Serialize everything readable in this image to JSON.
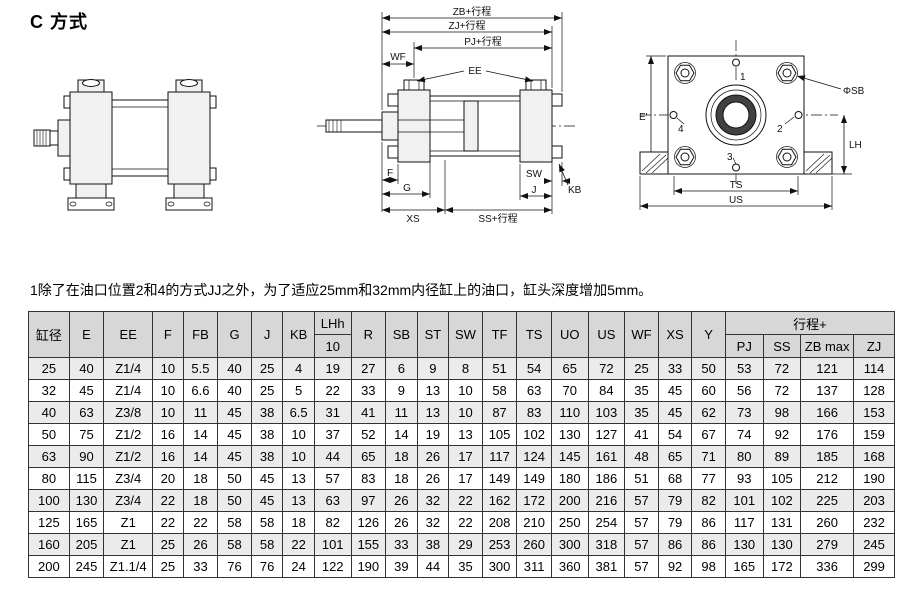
{
  "page": {
    "title": "C 方式",
    "note": "1除了在油口位置2和4的方式JJ之外，为了适应25mm和32mm内径缸上的油口，缸头深度增加5mm。"
  },
  "side_view": {
    "dim_zb": "ZB+行程",
    "dim_zj": "ZJ+行程",
    "dim_pj": "PJ+行程",
    "dim_wf": "WF",
    "dim_ee": "EE",
    "dim_f": "F",
    "dim_g": "G",
    "dim_sw": "SW",
    "dim_kb": "KB",
    "dim_j": "J",
    "dim_xs": "XS",
    "dim_ss": "SS+行程"
  },
  "end_view": {
    "port_1": "1",
    "port_2": "2",
    "port_3": "3",
    "port_4": "4",
    "dim_e": "E'",
    "dim_sb": "ΦSB",
    "dim_lh": "LH",
    "dim_ts": "TS",
    "dim_us": "US"
  },
  "table": {
    "header_groups": [
      {
        "label": "缸径",
        "rowspan": 2
      },
      {
        "label": "E",
        "rowspan": 2
      },
      {
        "label": "EE",
        "rowspan": 2
      },
      {
        "label": "F",
        "rowspan": 2
      },
      {
        "label": "FB",
        "rowspan": 2
      },
      {
        "label": "G",
        "rowspan": 2
      },
      {
        "label": "J",
        "rowspan": 2
      },
      {
        "label": "KB",
        "rowspan": 2
      },
      {
        "label": "LHh",
        "sub": "10"
      },
      {
        "label": "R",
        "rowspan": 2
      },
      {
        "label": "SB",
        "rowspan": 2
      },
      {
        "label": "ST",
        "rowspan": 2
      },
      {
        "label": "SW",
        "rowspan": 2
      },
      {
        "label": "TF",
        "rowspan": 2
      },
      {
        "label": "TS",
        "rowspan": 2
      },
      {
        "label": "UO",
        "rowspan": 2
      },
      {
        "label": "US",
        "rowspan": 2
      },
      {
        "label": "WF",
        "rowspan": 2
      },
      {
        "label": "XS",
        "rowspan": 2
      },
      {
        "label": "Y",
        "rowspan": 2
      },
      {
        "label": "行程+",
        "colspan": 4,
        "subs": [
          "PJ",
          "SS",
          "ZB max",
          "ZJ"
        ]
      }
    ],
    "rows": [
      [
        "25",
        "40",
        "Z1/4",
        "10",
        "5.5",
        "40",
        "25",
        "4",
        "19",
        "27",
        "6",
        "9",
        "8",
        "51",
        "54",
        "65",
        "72",
        "25",
        "33",
        "50",
        "53",
        "72",
        "121",
        "114"
      ],
      [
        "32",
        "45",
        "Z1/4",
        "10",
        "6.6",
        "40",
        "25",
        "5",
        "22",
        "33",
        "9",
        "13",
        "10",
        "58",
        "63",
        "70",
        "84",
        "35",
        "45",
        "60",
        "56",
        "72",
        "137",
        "128"
      ],
      [
        "40",
        "63",
        "Z3/8",
        "10",
        "11",
        "45",
        "38",
        "6.5",
        "31",
        "41",
        "11",
        "13",
        "10",
        "87",
        "83",
        "110",
        "103",
        "35",
        "45",
        "62",
        "73",
        "98",
        "166",
        "153"
      ],
      [
        "50",
        "75",
        "Z1/2",
        "16",
        "14",
        "45",
        "38",
        "10",
        "37",
        "52",
        "14",
        "19",
        "13",
        "105",
        "102",
        "130",
        "127",
        "41",
        "54",
        "67",
        "74",
        "92",
        "176",
        "159"
      ],
      [
        "63",
        "90",
        "Z1/2",
        "16",
        "14",
        "45",
        "38",
        "10",
        "44",
        "65",
        "18",
        "26",
        "17",
        "117",
        "124",
        "145",
        "161",
        "48",
        "65",
        "71",
        "80",
        "89",
        "185",
        "168"
      ],
      [
        "80",
        "115",
        "Z3/4",
        "20",
        "18",
        "50",
        "45",
        "13",
        "57",
        "83",
        "18",
        "26",
        "17",
        "149",
        "149",
        "180",
        "186",
        "51",
        "68",
        "77",
        "93",
        "105",
        "212",
        "190"
      ],
      [
        "100",
        "130",
        "Z3/4",
        "22",
        "18",
        "50",
        "45",
        "13",
        "63",
        "97",
        "26",
        "32",
        "22",
        "162",
        "172",
        "200",
        "216",
        "57",
        "79",
        "82",
        "101",
        "102",
        "225",
        "203"
      ],
      [
        "125",
        "165",
        "Z1",
        "22",
        "22",
        "58",
        "58",
        "18",
        "82",
        "126",
        "26",
        "32",
        "22",
        "208",
        "210",
        "250",
        "254",
        "57",
        "79",
        "86",
        "117",
        "131",
        "260",
        "232"
      ],
      [
        "160",
        "205",
        "Z1",
        "25",
        "26",
        "58",
        "58",
        "22",
        "101",
        "155",
        "33",
        "38",
        "29",
        "253",
        "260",
        "300",
        "318",
        "57",
        "86",
        "86",
        "130",
        "130",
        "279",
        "245"
      ],
      [
        "200",
        "245",
        "Z1.1/4",
        "25",
        "33",
        "76",
        "76",
        "24",
        "122",
        "190",
        "39",
        "44",
        "35",
        "300",
        "311",
        "360",
        "381",
        "57",
        "92",
        "98",
        "165",
        "172",
        "336",
        "299"
      ]
    ]
  }
}
